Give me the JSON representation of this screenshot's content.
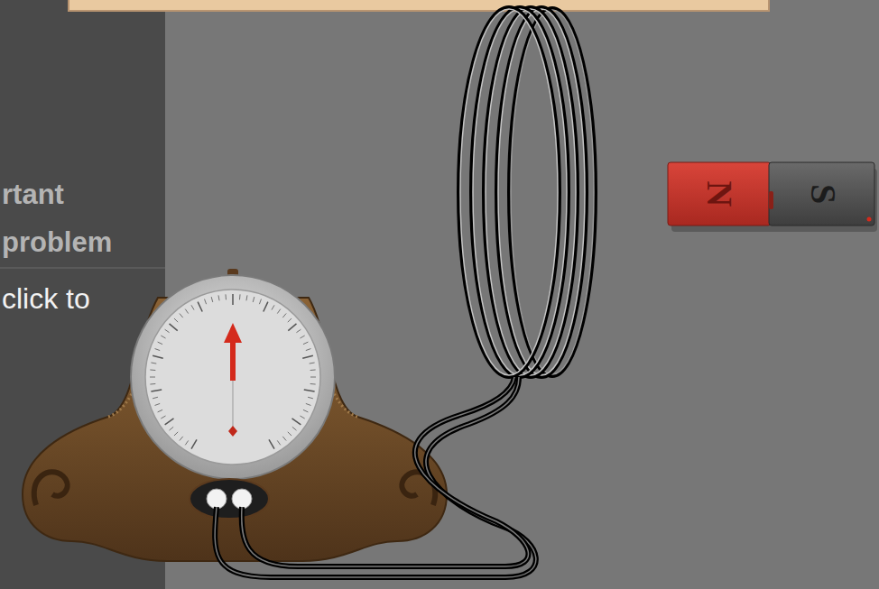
{
  "diagram": {
    "nodes": [
      {
        "text": [
          "N"
        ]
      },
      {
        "text": [
          "S"
        ]
      }
    ],
    "labels": [
      "rtant problem",
      "click to"
    ]
  }
}
